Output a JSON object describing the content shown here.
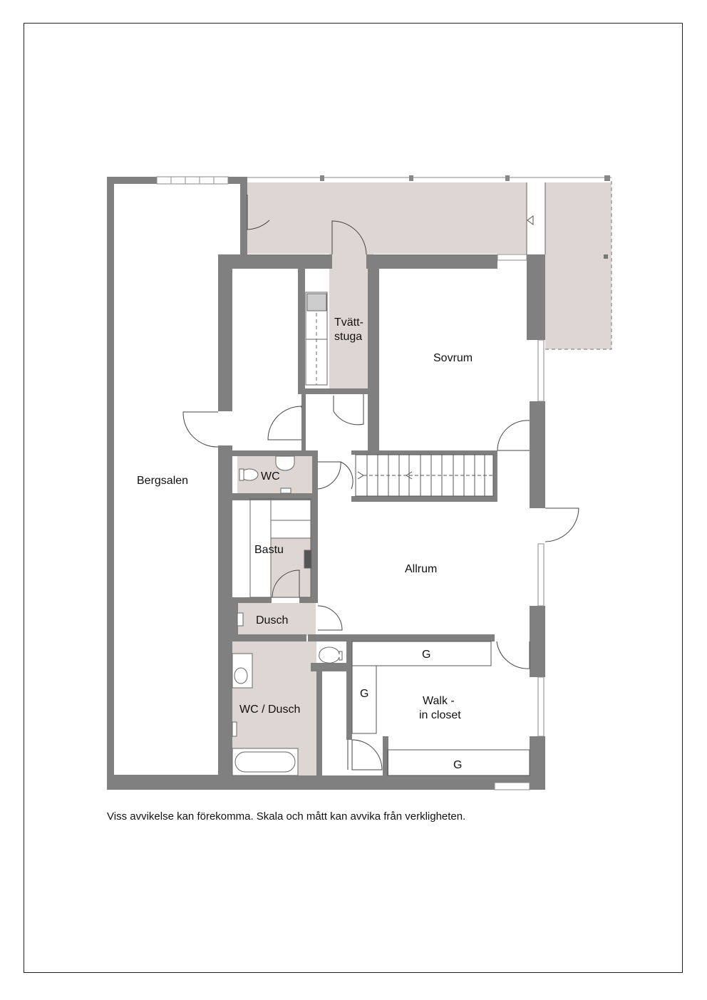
{
  "rooms": {
    "bergsalen": "Bergsalen",
    "tvattstuga_1": "Tvätt-",
    "tvattstuga_2": "stuga",
    "sovrum": "Sovrum",
    "wc": "WC",
    "bastu": "Bastu",
    "allrum": "Allrum",
    "dusch": "Dusch",
    "wc_dusch": "WC / Dusch",
    "walkin_1": "Walk -",
    "walkin_2": "in closet",
    "wardrobe_label": "G"
  },
  "colors": {
    "wall": "#808080",
    "floor_shaded": "#ddd6d2",
    "line": "#333333"
  },
  "disclaimer": "Viss avvikelse kan förekomma. Skala och mått kan avvika från verkligheten."
}
